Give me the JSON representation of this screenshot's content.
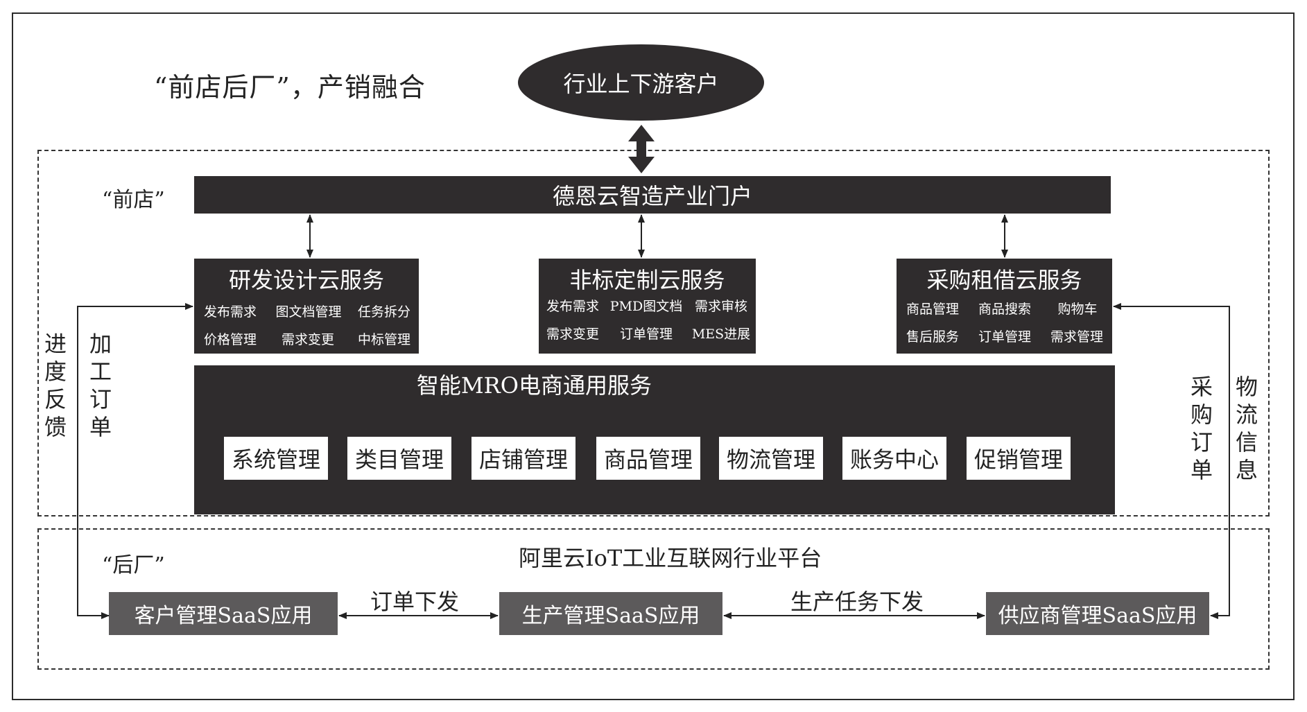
{
  "headline": "“前店后厂”，产销融合",
  "customer_node": "行业上下游客户",
  "front_store": {
    "label": "“前店”",
    "portal": "德恩云智造产业门户",
    "services": [
      {
        "title": "研发设计云服务",
        "items": [
          "发布需求",
          "图文档管理",
          "任务拆分",
          "价格管理",
          "需求变更",
          "中标管理"
        ]
      },
      {
        "title": "非标定制云服务",
        "items": [
          "发布需求",
          "PMD图文档",
          "需求审核",
          "需求变更",
          "订单管理",
          "MES进展"
        ]
      },
      {
        "title": "采购租借云服务",
        "items": [
          "商品管理",
          "商品搜索",
          "购物车",
          "售后服务",
          "订单管理",
          "需求管理"
        ]
      }
    ],
    "mro": {
      "title": "智能MRO电商通用服务",
      "modules": [
        "系统管理",
        "类目管理",
        "店铺管理",
        "商品管理",
        "物流管理",
        "账务中心",
        "促销管理"
      ]
    }
  },
  "back_factory": {
    "label": "“后厂”",
    "platform": "阿里云IoT工业互联网行业平台",
    "apps": [
      "客户管理SaaS应用",
      "生产管理SaaS应用",
      "供应商管理SaaS应用"
    ],
    "edge_labels": [
      "订单下发",
      "生产任务下发"
    ]
  },
  "side_labels": {
    "left_outer": "进度反馈",
    "left_inner": "加工订单",
    "right_inner": "采购订单",
    "right_outer": "物流信息"
  },
  "colors": {
    "dark_box": "#2f2c2d",
    "grey_box": "#5c5a5b",
    "line": "#222222"
  }
}
